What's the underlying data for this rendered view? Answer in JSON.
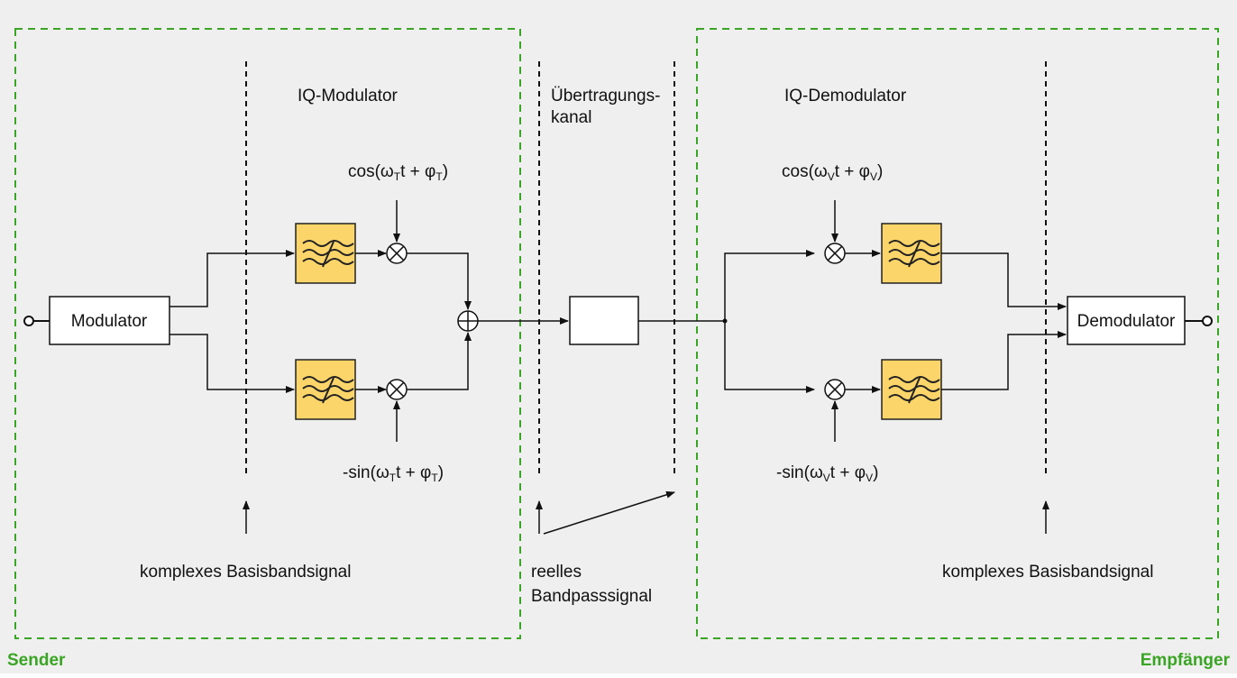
{
  "colors": {
    "background": "#efefef",
    "frame": "#3aa524",
    "filter_fill": "#fbd46a",
    "filter_stroke": "#222222",
    "line": "#111111"
  },
  "sender": {
    "label": "Sender",
    "modulator_label": "Modulator",
    "iq_modulator_title": "IQ-Modulator",
    "cos_carrier": {
      "prefix": "cos(ω",
      "sub1": "T",
      "mid": "t + φ",
      "sub2": "T",
      "suffix": ")"
    },
    "sin_carrier": {
      "prefix": "-sin(ω",
      "sub1": "T",
      "mid": "t + φ",
      "sub2": "T",
      "suffix": ")"
    },
    "baseband_label": "komplexes Basisbandsignal"
  },
  "channel": {
    "title_line1": "Übertragungs-",
    "title_line2": "kanal",
    "bandpass_line1": "reelles",
    "bandpass_line2": "Bandpasssignal"
  },
  "receiver": {
    "label": "Empfänger",
    "demodulator_label": "Demodulator",
    "iq_demodulator_title": "IQ-Demodulator",
    "cos_carrier": {
      "prefix": "cos(ω",
      "sub1": "V",
      "mid": "t + φ",
      "sub2": "V",
      "suffix": ")"
    },
    "sin_carrier": {
      "prefix": "-sin(ω",
      "sub1": "V",
      "mid": "t + φ",
      "sub2": "V",
      "suffix": ")"
    },
    "baseband_label": "komplexes Basisbandsignal"
  },
  "icons": {
    "multiplier": "circle-times",
    "adder": "circle-plus",
    "filter": "lowpass-wave-filter"
  }
}
